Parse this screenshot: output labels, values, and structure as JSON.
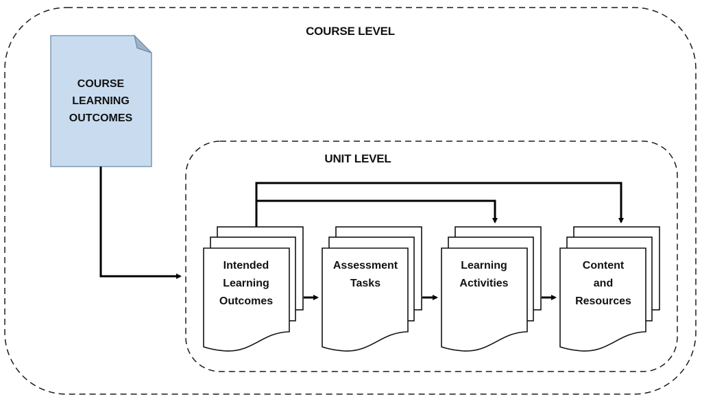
{
  "course_level": {
    "title": "COURSE LEVEL",
    "course_outcomes": {
      "lines": [
        "COURSE",
        "LEARNING",
        "OUTCOMES"
      ],
      "fill_color": "#c9dcef",
      "stroke_color": "#6b88a8"
    }
  },
  "unit_level": {
    "title": "UNIT LEVEL",
    "documents": [
      {
        "id": "ilo",
        "lines": [
          "Intended",
          "Learning",
          "Outcomes"
        ]
      },
      {
        "id": "assessment",
        "lines": [
          "Assessment",
          "Tasks"
        ]
      },
      {
        "id": "activities",
        "lines": [
          "Learning",
          "Activities"
        ]
      },
      {
        "id": "content",
        "lines": [
          "Content",
          "and",
          "Resources"
        ]
      }
    ]
  },
  "connections": [
    {
      "from": "course_outcomes",
      "to": "unit_level"
    },
    {
      "from": "ilo",
      "to": "assessment"
    },
    {
      "from": "assessment",
      "to": "activities"
    },
    {
      "from": "activities",
      "to": "content"
    },
    {
      "from": "ilo",
      "to": "activities"
    },
    {
      "from": "ilo",
      "to": "content"
    }
  ]
}
